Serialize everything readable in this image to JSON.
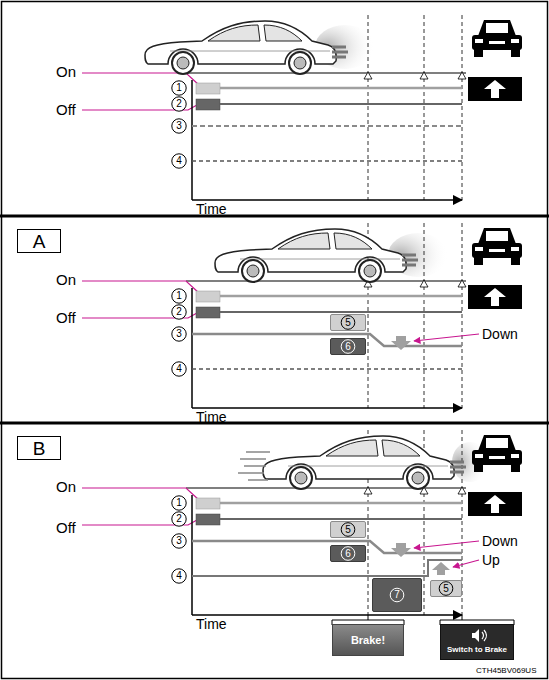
{
  "diagram": {
    "nodes": [
      {
        "text": [
          "1"
        ]
      },
      {
        "text": [
          "2"
        ]
      },
      {
        "text": [
          "3"
        ]
      },
      {
        "text": [
          "4"
        ]
      },
      {
        "text": [
          "A"
        ]
      },
      {
        "text": [
          "1"
        ]
      },
      {
        "text": [
          "2"
        ]
      },
      {
        "text": [
          "3"
        ]
      },
      {
        "text": [
          "5"
        ]
      },
      {
        "text": [
          "6"
        ]
      },
      {
        "text": [
          "4"
        ]
      },
      {
        "text": [
          "B"
        ]
      },
      {
        "text": [
          "1"
        ]
      },
      {
        "text": [
          "2"
        ]
      },
      {
        "text": [
          "3"
        ]
      },
      {
        "text": [
          "5"
        ]
      },
      {
        "text": [
          "6"
        ]
      },
      {
        "text": [
          "4"
        ]
      },
      {
        "text": [
          "7"
        ]
      },
      {
        "text": [
          "5"
        ]
      },
      {
        "text": [
          "Brake!"
        ]
      },
      {
        "text": [
          "Switch to Brake"
        ]
      }
    ],
    "labels": [
      "On",
      "Off",
      "Time",
      "On",
      "Off",
      "Down",
      "Time",
      "On",
      "Off",
      "Down",
      "Up",
      "Time",
      "CTH45BV069US"
    ]
  }
}
